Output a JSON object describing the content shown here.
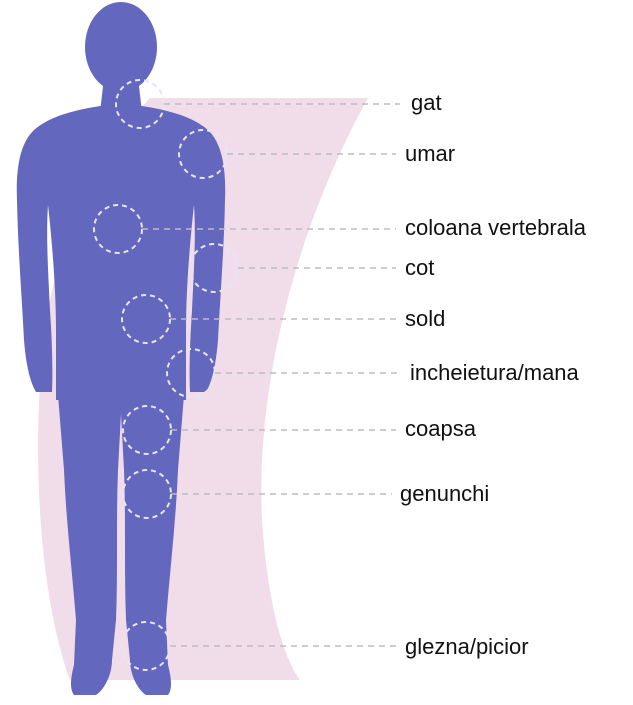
{
  "colors": {
    "figure": "#6467BE",
    "band": "#F1DCEA",
    "marker": "#E6E6F0",
    "leader": "#BDBDBD"
  },
  "diagram": {
    "labels": {
      "neck": "gat",
      "shoulder": "umar",
      "spine": "coloana vertebrala",
      "elbow": "cot",
      "hip": "sold",
      "wrist": "incheietura/mana",
      "thigh": "coapsa",
      "knee": "genunchi",
      "ankle": "glezna/picior"
    }
  }
}
